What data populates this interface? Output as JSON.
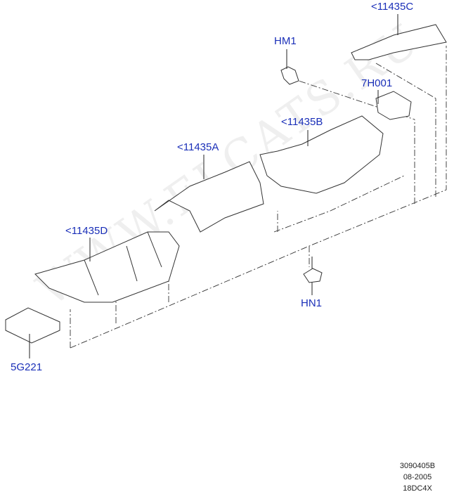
{
  "callouts": [
    {
      "id": "11435C",
      "label": "<11435C"
    },
    {
      "id": "HM1",
      "label": "HM1"
    },
    {
      "id": "7H001",
      "label": "7H001"
    },
    {
      "id": "11435B",
      "label": "<11435B"
    },
    {
      "id": "11435A",
      "label": "<11435A"
    },
    {
      "id": "11435D",
      "label": "<11435D"
    },
    {
      "id": "HN1",
      "label": "HN1"
    },
    {
      "id": "5G221",
      "label": "5G221"
    }
  ],
  "watermark": "WWW.ELCATS.RU",
  "footer": {
    "drawing_no": "3090405B",
    "date": "08-2005",
    "code": "18DC4X"
  }
}
